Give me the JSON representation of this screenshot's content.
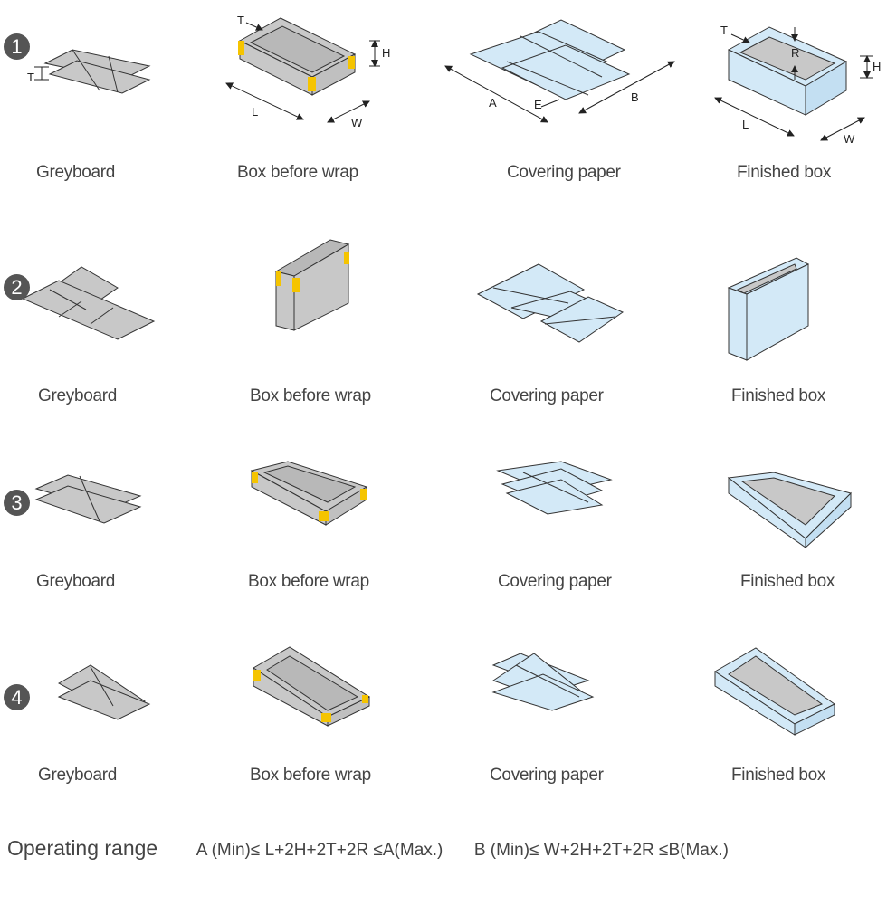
{
  "rows": [
    {
      "number": "1",
      "captions": [
        "Greyboard",
        "Box before wrap",
        "Covering paper",
        "Finished box"
      ],
      "dimension_labels": [
        "T",
        "T",
        "H",
        "L",
        "W",
        "A",
        "B",
        "E",
        "T",
        "R",
        "H",
        "L",
        "W"
      ]
    },
    {
      "number": "2",
      "captions": [
        "Greyboard",
        "Box before wrap",
        "Covering paper",
        "Finished box"
      ]
    },
    {
      "number": "3",
      "captions": [
        "Greyboard",
        "Box before wrap",
        "Covering paper",
        "Finished box"
      ]
    },
    {
      "number": "4",
      "captions": [
        "Greyboard",
        "Box before wrap",
        "Covering paper",
        "Finished box"
      ]
    }
  ],
  "footer": {
    "title": "Operating range",
    "formula_a": "A (Min)≤ L+2H+2T+2R ≤A(Max.)",
    "formula_b": "B (Min)≤ W+2H+2T+2R ≤B(Max.)"
  },
  "colors": {
    "greyboard": "#c8c8c8",
    "paper": "#d3e9f7",
    "glue": "#f5c400",
    "badge": "#555555"
  }
}
